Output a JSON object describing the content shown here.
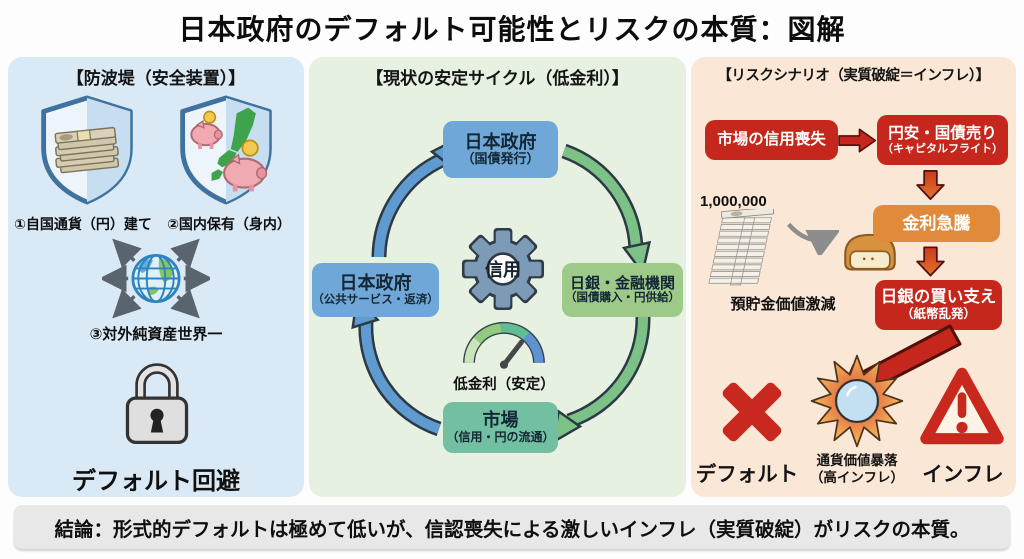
{
  "title": "日本政府のデフォルト可能性とリスクの本質：図解",
  "colors": {
    "left_bg": "#d9e9f6",
    "middle_bg": "#e6f1e1",
    "right_bg": "#fbe7d6",
    "red_accent": "#c5271d",
    "orange_accent": "#e08a3c",
    "blue_box": "#6fa8d8",
    "green_box": "#9dc989",
    "teal_box": "#73bfa2"
  },
  "left": {
    "header": "【防波堤（安全装置）】",
    "item1": "①自国通貨（円）建て",
    "item2": "②国内保有（身内）",
    "item3": "③対外純資産世界一",
    "result": "デフォルト回避"
  },
  "middle": {
    "header": "【現状の安定サイクル（低金利）】",
    "gov_top": {
      "title": "日本政府",
      "sub": "（国債発行）"
    },
    "boj": {
      "title": "日銀・金融機関",
      "sub": "（国債購入・円供給）"
    },
    "market": {
      "title": "市場",
      "sub": "（信用・円の流通）"
    },
    "gov_left": {
      "title": "日本政府",
      "sub": "（公共サービス・返済）"
    },
    "gear_label": "信用",
    "gauge_label": "低金利（安定）"
  },
  "right": {
    "header": "【リスクシナリオ（実質破綻＝インフレ）】",
    "credit_loss": "市場の信用喪失",
    "yen_sell": {
      "title": "円安・国債売り",
      "sub": "（キャピタルフライト）"
    },
    "amount": "1,000,000",
    "savings_caption": "預貯金価値激減",
    "rate_spike": "金利急騰",
    "boj_support": {
      "title": "日銀の買い支え",
      "sub": "（紙幣乱発）"
    },
    "outcome_default": "デフォルト",
    "outcome_crash_line1": "通貨価値暴落",
    "outcome_crash_line2": "（高インフレ）",
    "outcome_inflation": "インフレ"
  },
  "footer": {
    "conclusion": "結論：形式的デフォルトは極めて低いが、信認喪失による激しいインフレ（実質破綻）がリスクの本質。"
  }
}
